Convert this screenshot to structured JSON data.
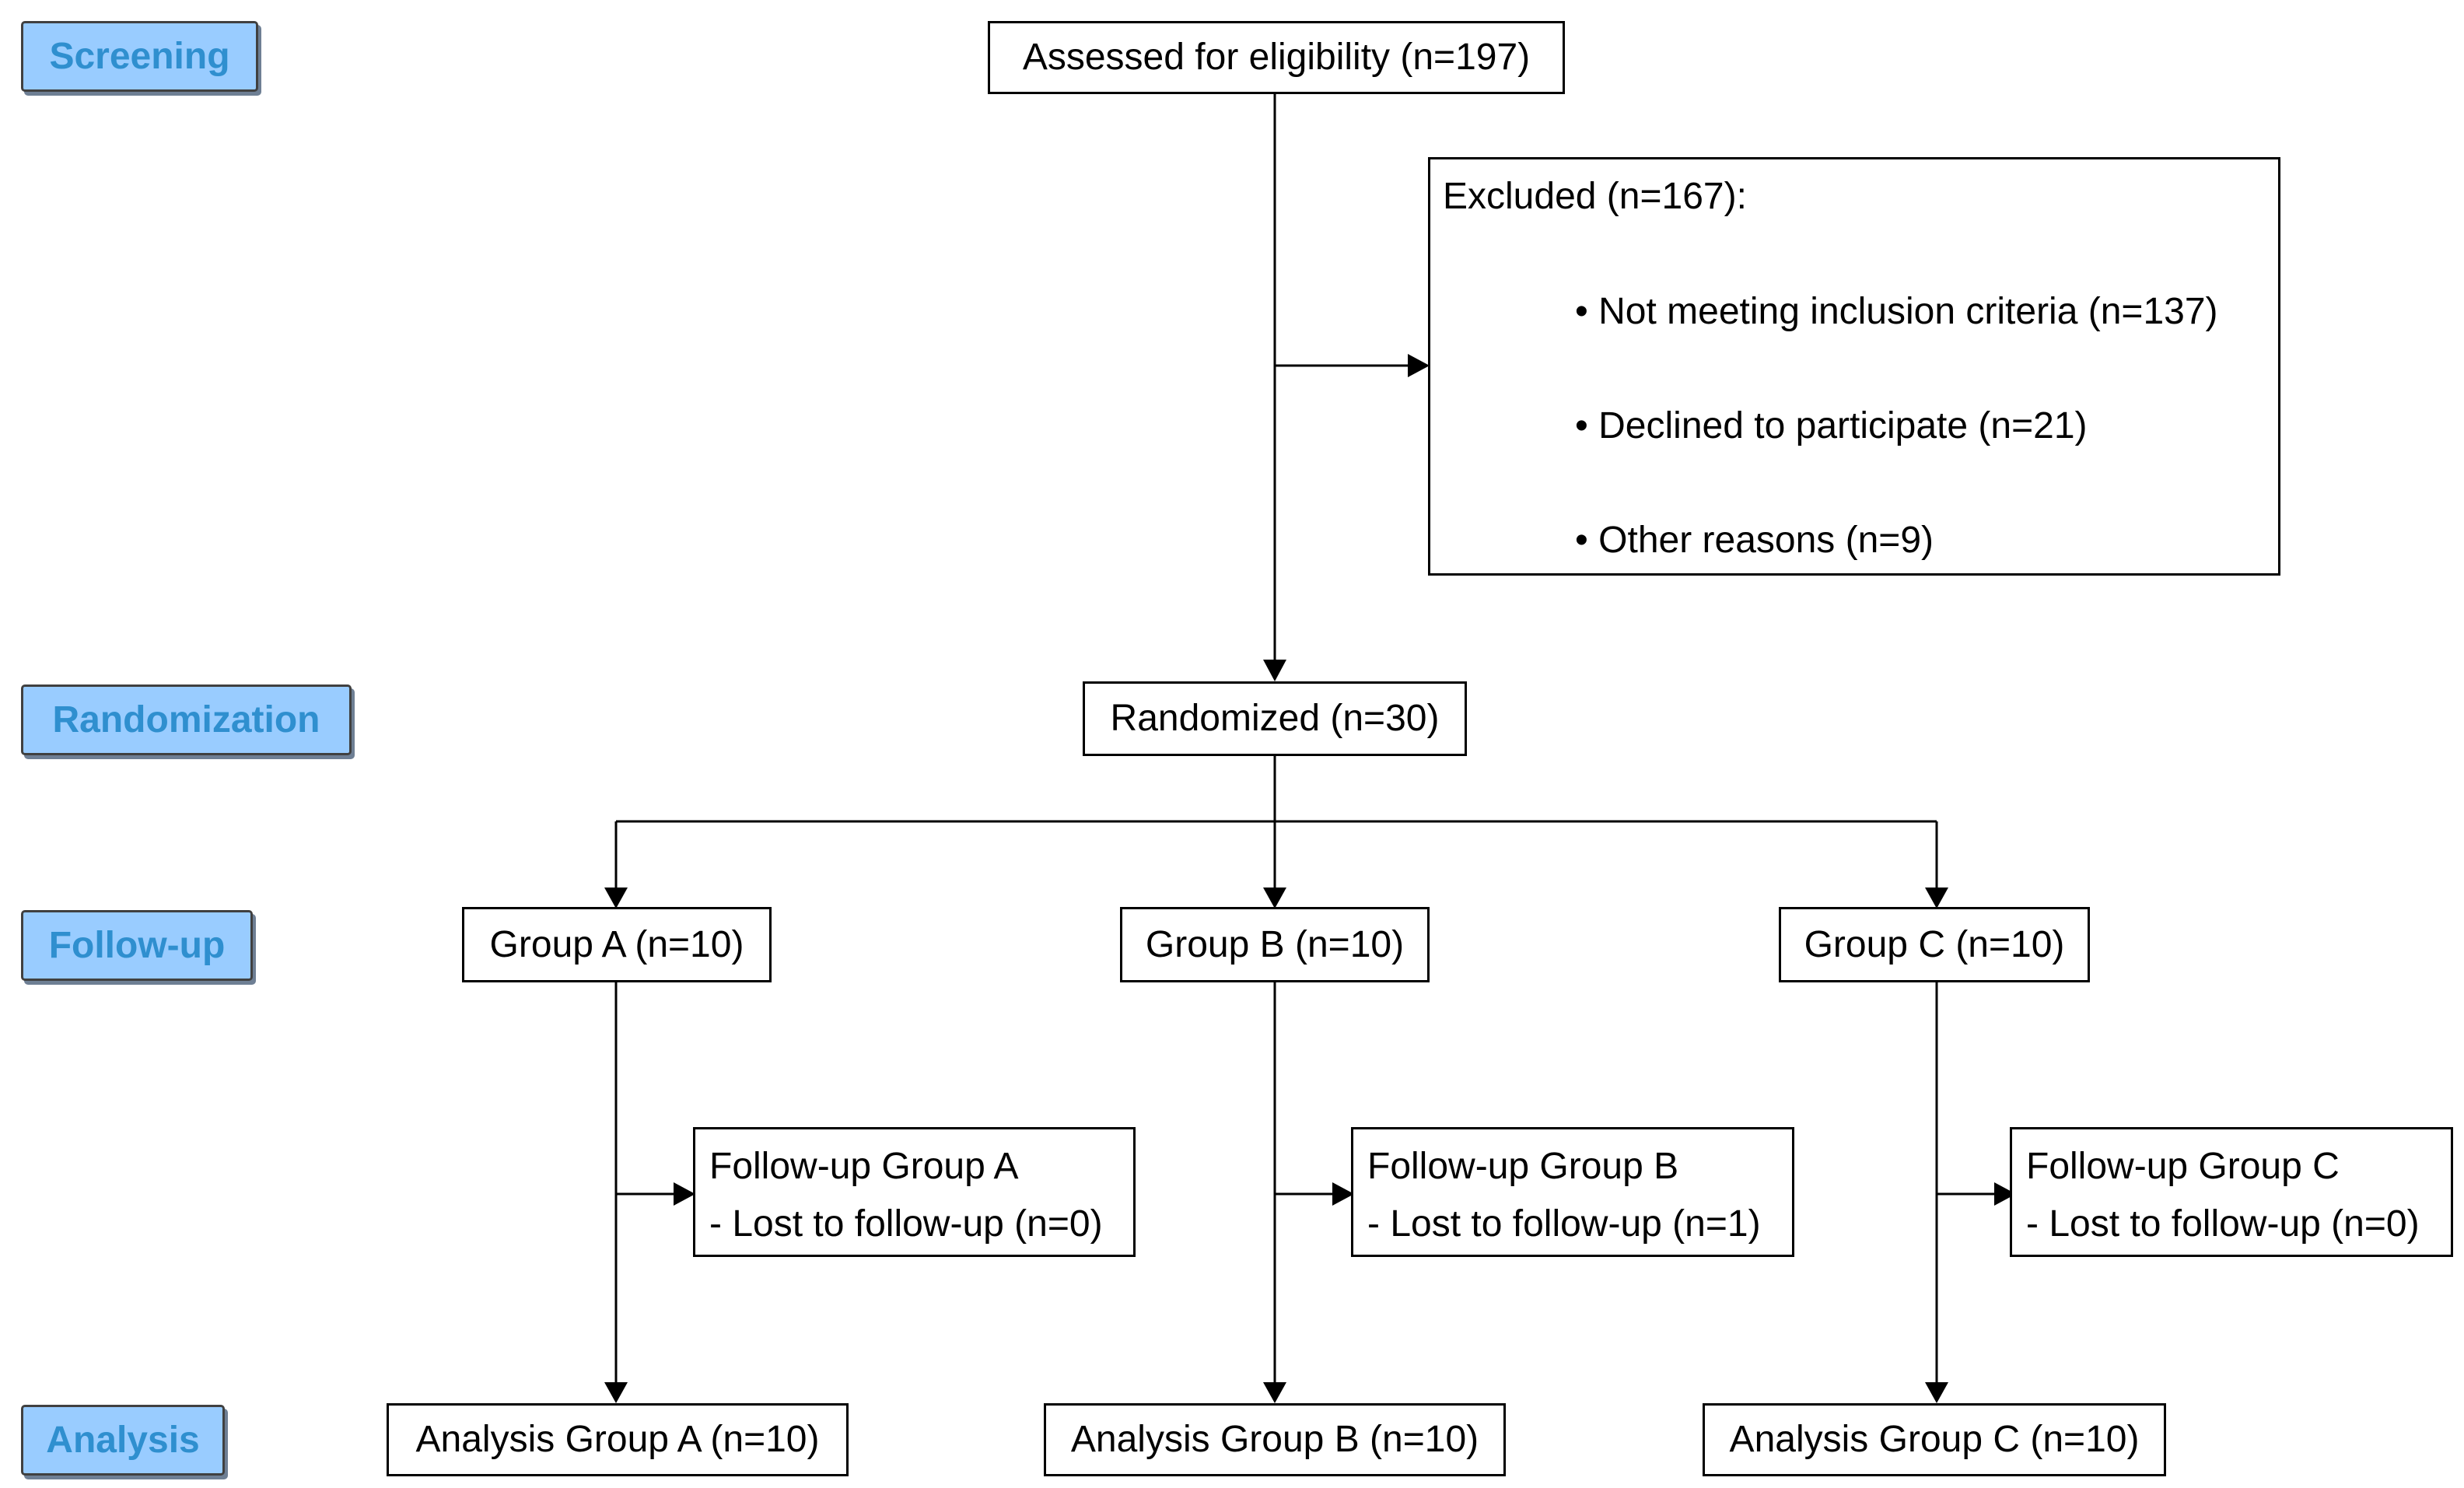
{
  "stages": {
    "screening": "Screening",
    "randomization": "Randomization",
    "follow_up": "Follow-up",
    "analysis": "Analysis"
  },
  "screening": {
    "assessed": "Assessed for eligibility (n=197)"
  },
  "excluded": {
    "title": "Excluded (n=167):",
    "items": [
      "• Not meeting inclusion criteria (n=137)",
      "• Declined to participate (n=21)",
      "• Other reasons (n=9)"
    ]
  },
  "randomized": "Randomized (n=30)",
  "groups": [
    {
      "allocation": "Group A (n=10)",
      "followup_title": "Follow-up Group A",
      "followup_lost": "- Lost to follow-up (n=0)",
      "analysis": "Analysis Group A (n=10)"
    },
    {
      "allocation": "Group B (n=10)",
      "followup_title": "Follow-up Group B",
      "followup_lost": "- Lost to follow-up (n=1)",
      "analysis": "Analysis Group B (n=10)"
    },
    {
      "allocation": "Group C (n=10)",
      "followup_title": "Follow-up Group C",
      "followup_lost": "- Lost to follow-up (n=0)",
      "analysis": "Analysis Group C (n=10)"
    }
  ],
  "colors": {
    "stage_fill": "#99ccff",
    "stage_text": "#2f8fcf",
    "line": "#000000"
  }
}
